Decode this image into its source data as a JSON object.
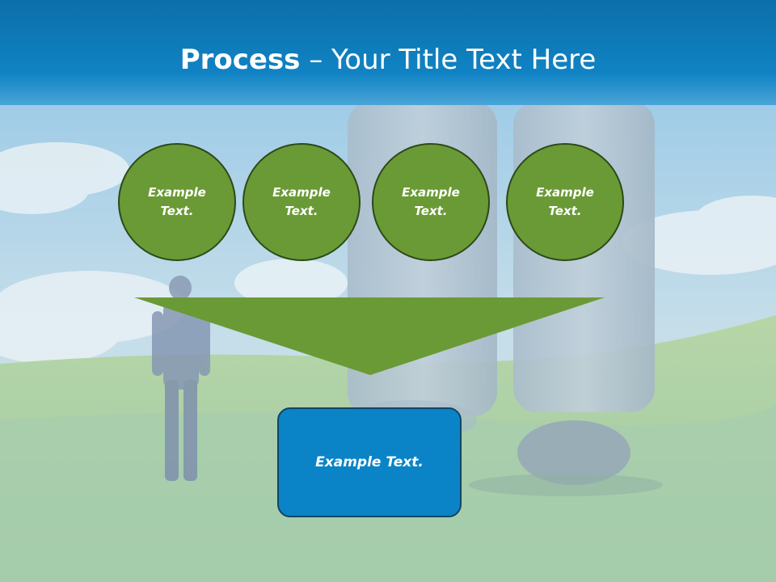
{
  "title": {
    "bold": "Process",
    "rest": " – Your Title Text Here"
  },
  "circles": [
    {
      "label": "Example Text."
    },
    {
      "label": "Example Text."
    },
    {
      "label": "Example Text."
    },
    {
      "label": "Example Text."
    }
  ],
  "result_box": {
    "label": "Example Text."
  },
  "colors": {
    "title_bar": "#0c6fa9",
    "circle_fill": "#6a9a35",
    "funnel_fill": "#6a9a35",
    "box_fill": "#0a84c6"
  }
}
